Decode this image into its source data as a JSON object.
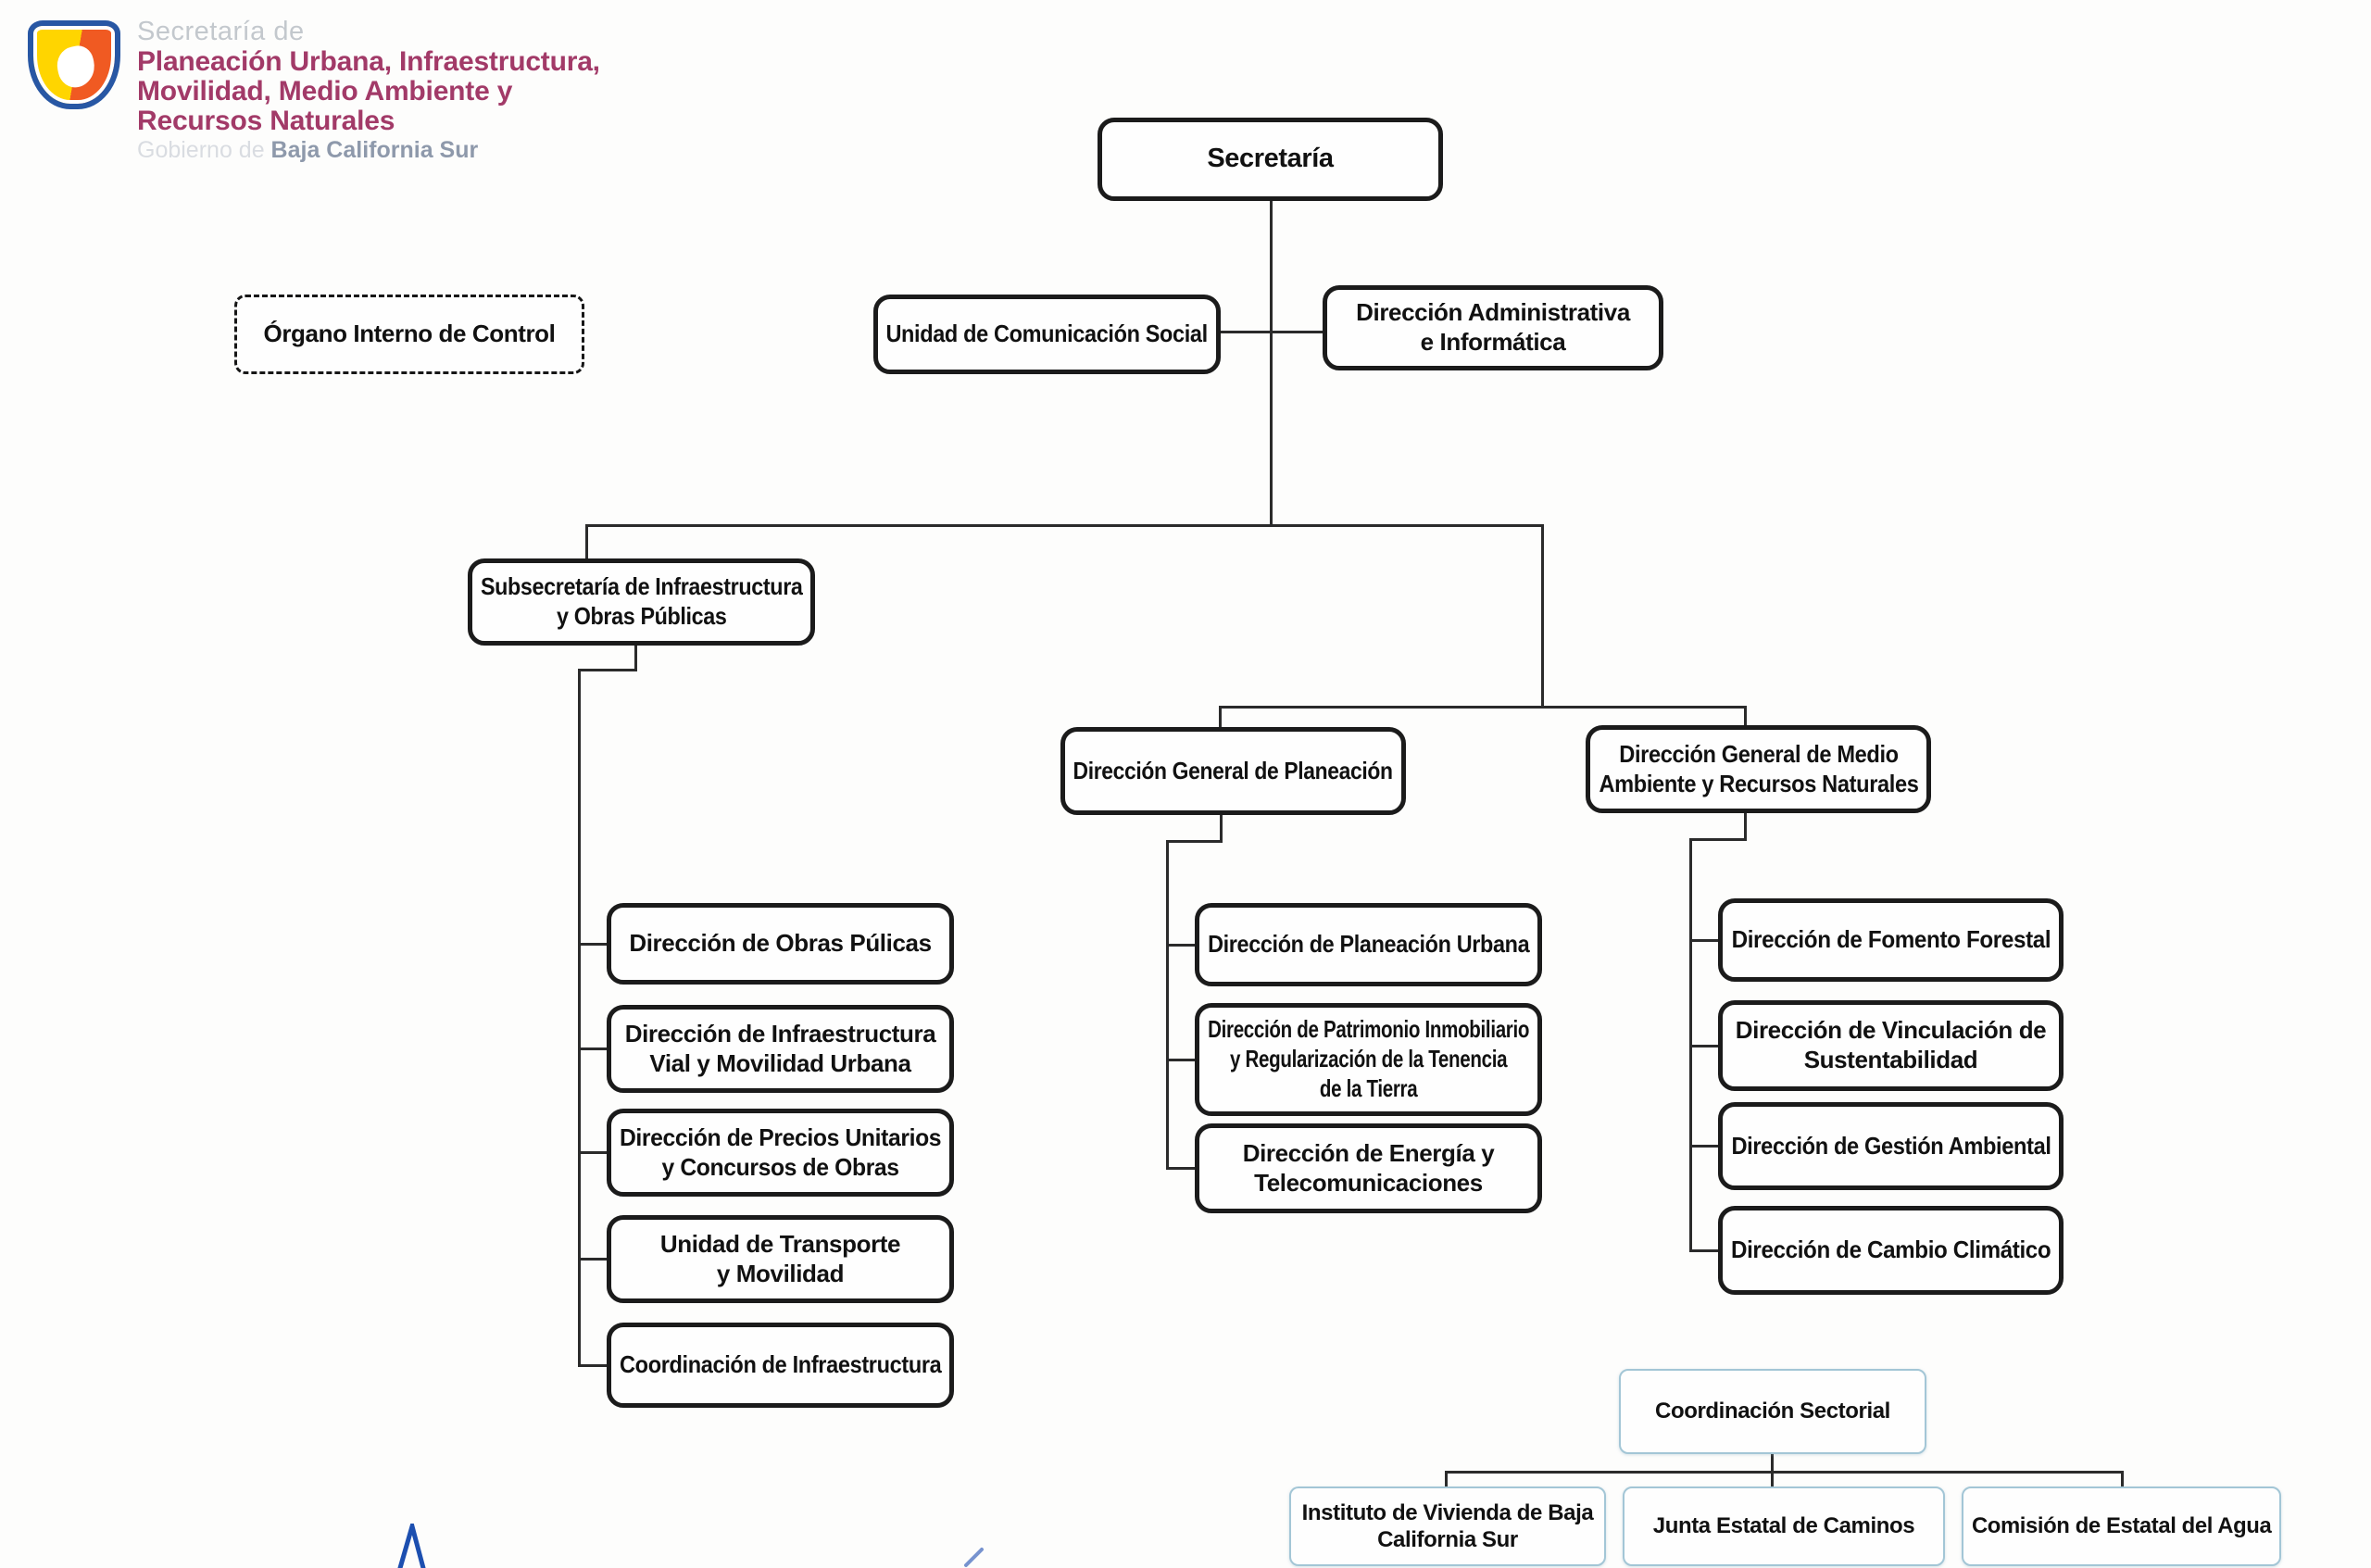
{
  "header": {
    "secretaria_de": "Secretaría de",
    "name_line1": "Planeación Urbana, Infraestructura,",
    "name_line2": "Movilidad, Medio Ambiente y",
    "name_line3": "Recursos Naturales",
    "gobierno_prefix": "Gobierno de ",
    "gobierno_state": "Baja California Sur"
  },
  "colors": {
    "accent_magenta": "#a23a68",
    "box_border_dark": "#1b1b1b",
    "box_border_blue": "#a3c6d6",
    "connector": "#2b2b2b",
    "logo_blue": "#2857a4",
    "logo_yellow": "#ffd500",
    "logo_orange": "#f05a22",
    "ink_blue": "#1c4fb0"
  },
  "nodes": {
    "secretaria": {
      "label": "Secretaría"
    },
    "organo_interno": {
      "label": "Órgano Interno de Control"
    },
    "comunicacion": {
      "label": "Unidad de Comunicación Social"
    },
    "administrativa": {
      "label": "Dirección Administrativa\ne Informática"
    },
    "subsecretaria": {
      "label": "Subsecretaría de Infraestructura\ny Obras Públicas"
    },
    "dg_planeacion": {
      "label": "Dirección General de Planeación"
    },
    "dg_medio_ambiente": {
      "label": "Dirección General de Medio\nAmbiente y Recursos Naturales"
    },
    "obras_publicas": {
      "label": "Dirección de Obras Púlicas"
    },
    "infra_vial": {
      "label": "Dirección de Infraestructura\nVial y Movilidad Urbana"
    },
    "precios_unitarios": {
      "label": "Dirección de Precios Unitarios\ny Concursos de Obras"
    },
    "transporte": {
      "label": "Unidad de Transporte\ny Movilidad"
    },
    "coord_infra": {
      "label": "Coordinación de Infraestructura"
    },
    "planeacion_urbana": {
      "label": "Dirección de Planeación Urbana"
    },
    "patrimonio": {
      "label": "Dirección de Patrimonio Inmobiliario\ny Regularización de la Tenencia\nde la Tierra"
    },
    "energia": {
      "label": "Dirección de Energía y\nTelecomunicaciones"
    },
    "fomento_forestal": {
      "label": "Dirección de Fomento Forestal"
    },
    "vinculacion": {
      "label": "Dirección de Vinculación de\nSustentabilidad"
    },
    "gestion_ambiental": {
      "label": "Dirección de Gestión Ambiental"
    },
    "cambio_climatico": {
      "label": "Dirección de Cambio Climático"
    },
    "coord_sectorial": {
      "label": "Coordinación Sectorial"
    },
    "instituto_vivienda": {
      "label": "Instituto de Vivienda de Baja\nCalifornia Sur"
    },
    "junta_caminos": {
      "label": "Junta Estatal de Caminos"
    },
    "comision_agua": {
      "label": "Comisión de Estatal del Agua"
    }
  }
}
